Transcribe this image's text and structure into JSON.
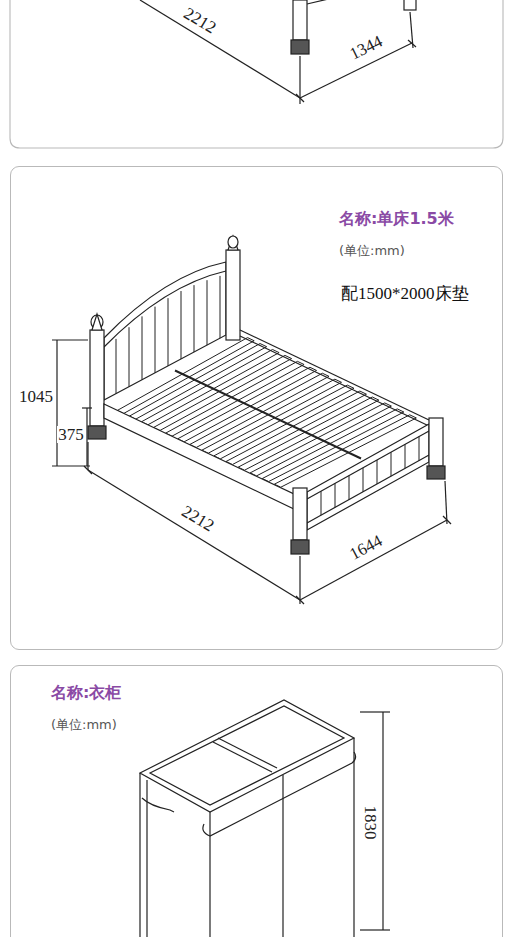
{
  "diagram": {
    "nodes": [
      {
        "text": [
          "名称:单床1.5米",
          "(单位:mm)",
          "配1500*2000床垫"
        ]
      },
      {
        "text": [
          "名称:衣柜",
          "(单位:mm)"
        ]
      }
    ],
    "labels": [
      "2212",
      "1344",
      "1045",
      "375",
      "2212",
      "1644",
      "1830"
    ]
  }
}
